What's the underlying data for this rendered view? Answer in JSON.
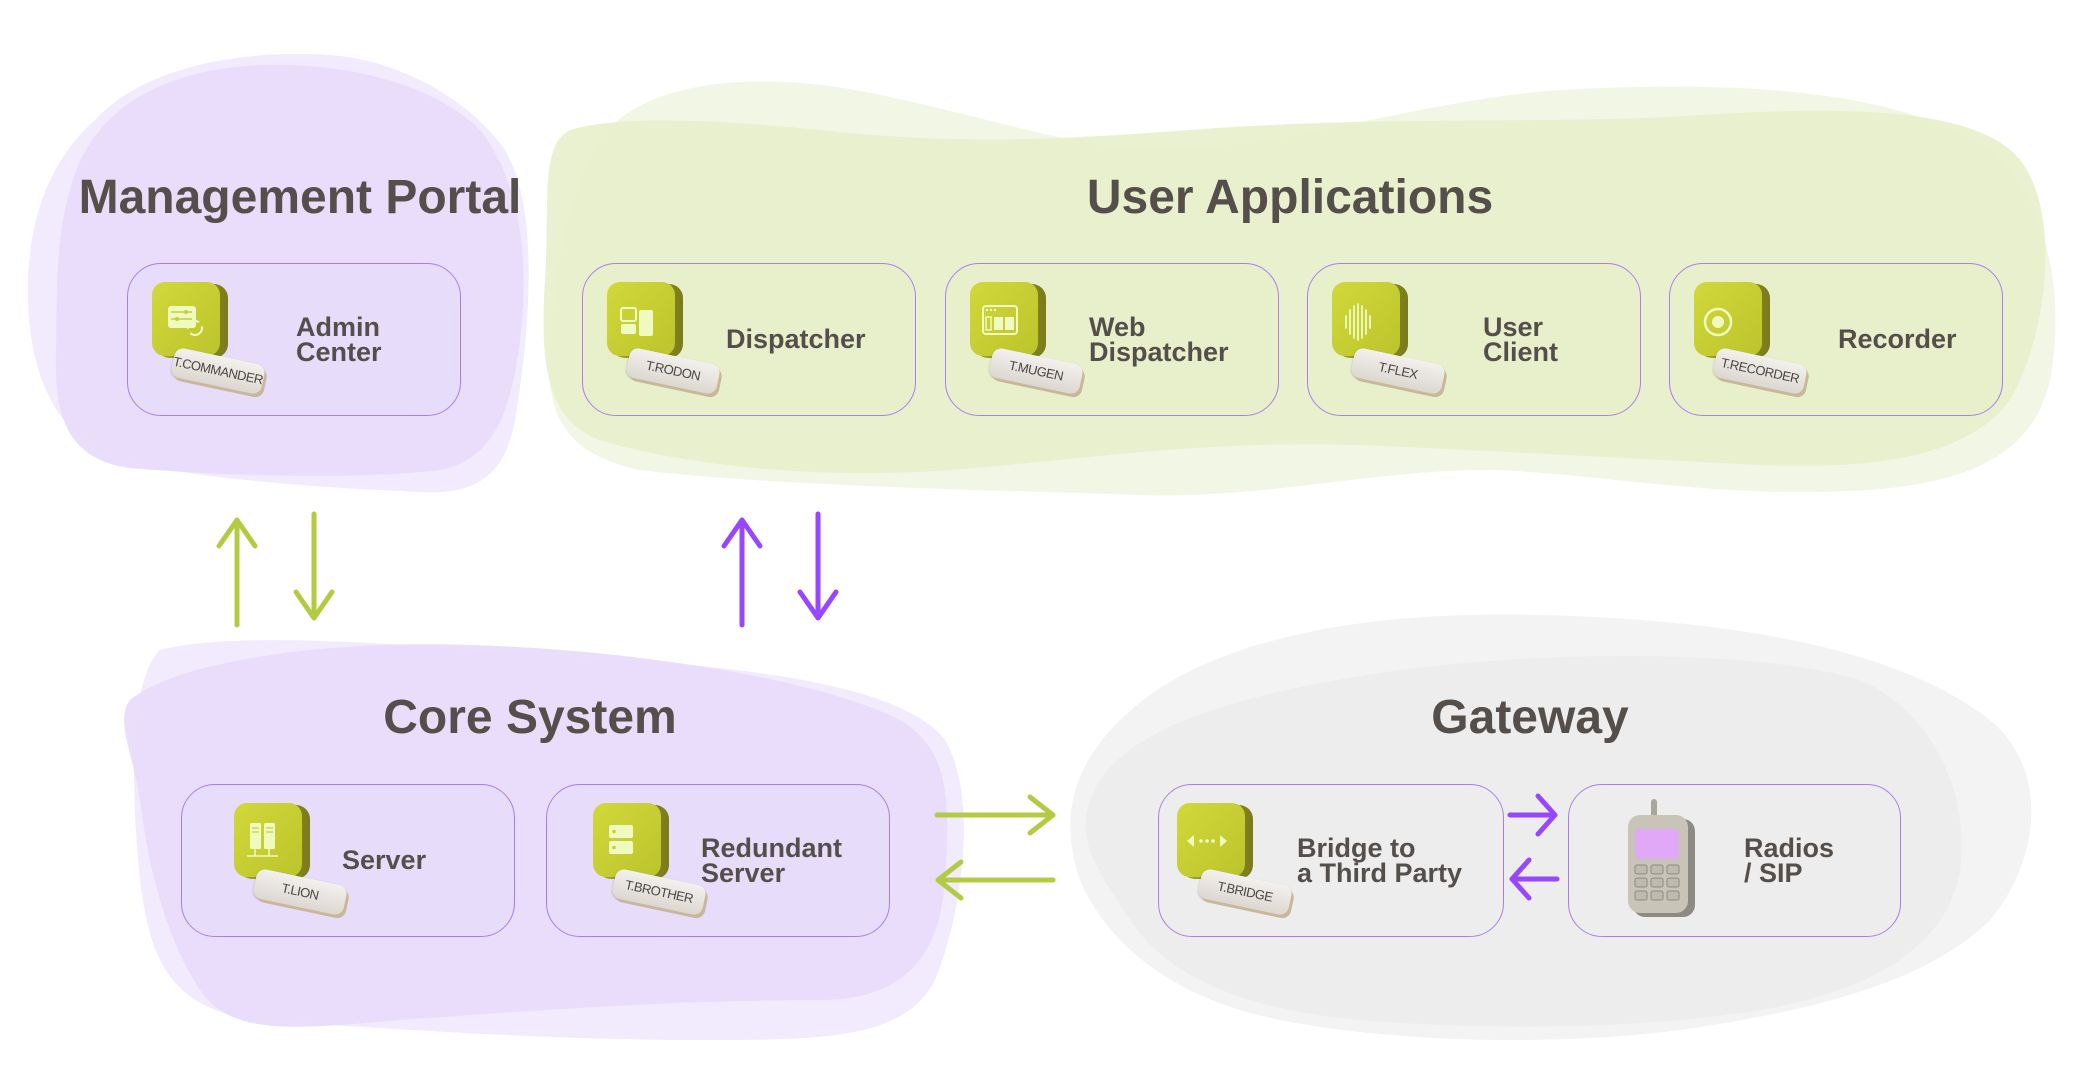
{
  "groups": {
    "management_portal": {
      "title": "Management Portal",
      "color": "#e8dcfb",
      "cards": [
        {
          "name_line1": "Admin",
          "name_line2": "Center",
          "tag": "T.COMMANDER",
          "icon": "admin-settings-sync-icon"
        }
      ]
    },
    "user_applications": {
      "title": "User Applications",
      "color": "#e8f0cb",
      "cards": [
        {
          "name_line1": "Dispatcher",
          "name_line2": "",
          "tag": "T.RODON",
          "icon": "dashboard-layout-icon"
        },
        {
          "name_line1": "Web",
          "name_line2": "Dispatcher",
          "tag": "T.MUGEN",
          "icon": "browser-window-icon"
        },
        {
          "name_line1": "User",
          "name_line2": "Client",
          "tag": "T.FLEX",
          "icon": "audio-wave-icon"
        },
        {
          "name_line1": "Recorder",
          "name_line2": "",
          "tag": "T.RECORDER",
          "icon": "record-icon"
        }
      ]
    },
    "core_system": {
      "title": "Core System",
      "color": "#e8dcfb",
      "cards": [
        {
          "name_line1": "Server",
          "name_line2": "",
          "tag": "T.LION",
          "icon": "server-rack-icon"
        },
        {
          "name_line1": "Redundant",
          "name_line2": "Server",
          "tag": "T.BROTHER",
          "icon": "server-stack-icon"
        }
      ]
    },
    "gateway": {
      "title": "Gateway",
      "color": "#ededed",
      "cards": [
        {
          "name_line1": "Bridge to",
          "name_line2": "a Third Party",
          "tag": "T.BRIDGE",
          "icon": "bridge-arrows-icon"
        },
        {
          "name_line1": "Radios",
          "name_line2": "/ SIP",
          "tag": "",
          "icon": "mobile-radio-phone-icon"
        }
      ]
    }
  },
  "connections": [
    {
      "from": "Core System",
      "to": "Management Portal",
      "direction": "up",
      "color": "#b3cb42"
    },
    {
      "from": "Management Portal",
      "to": "Core System",
      "direction": "down",
      "color": "#b3cb42"
    },
    {
      "from": "Core System",
      "to": "User Applications",
      "direction": "up",
      "color": "#9747ff"
    },
    {
      "from": "User Applications",
      "to": "Core System",
      "direction": "down",
      "color": "#9747ff"
    },
    {
      "from": "Core System",
      "to": "Gateway",
      "direction": "right",
      "color": "#b3cb42"
    },
    {
      "from": "Gateway",
      "to": "Core System",
      "direction": "left",
      "color": "#b3cb42"
    },
    {
      "from": "Bridge to a Third Party",
      "to": "Radios / SIP",
      "direction": "right",
      "color": "#9747ff"
    },
    {
      "from": "Radios / SIP",
      "to": "Bridge to a Third Party",
      "direction": "left",
      "color": "#9747ff"
    }
  ],
  "colors": {
    "accent_green": "#b3cb42",
    "accent_purple": "#9747ff",
    "tile_green": "#c6d033",
    "text": "#554f4c"
  }
}
